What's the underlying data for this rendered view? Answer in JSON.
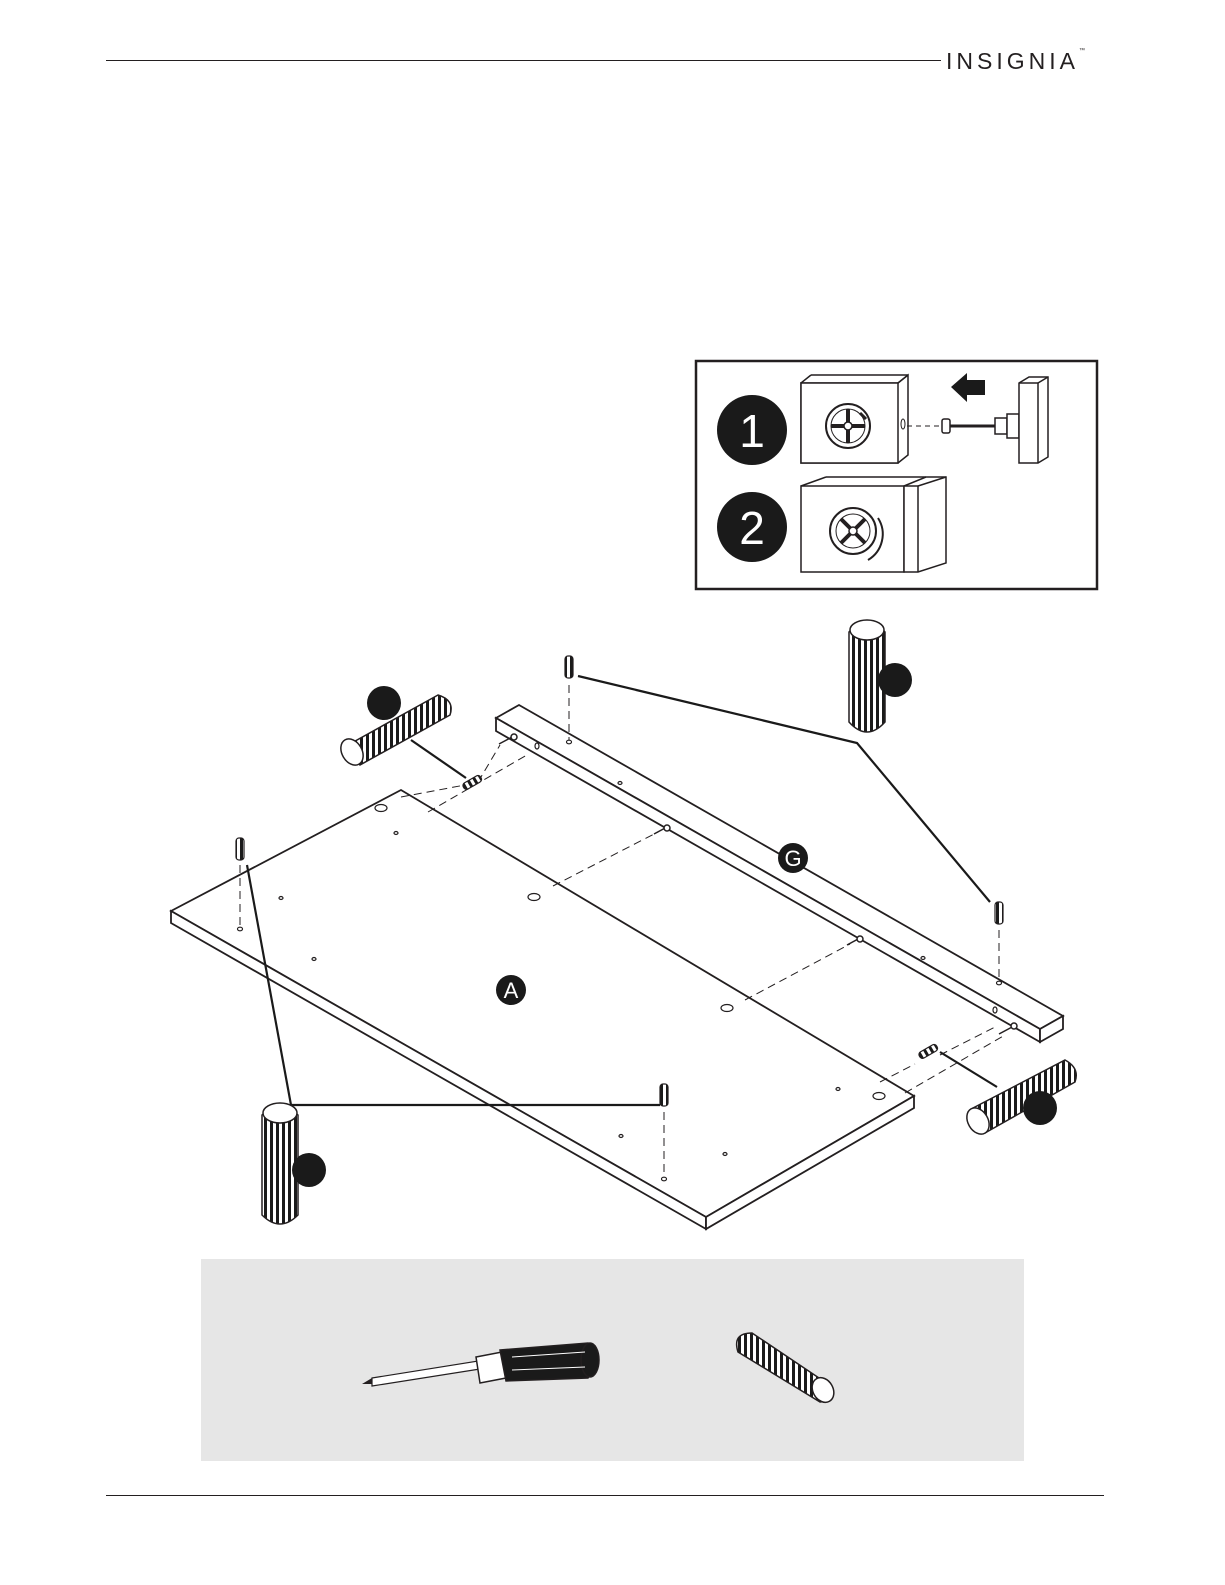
{
  "header": {
    "brand": "INSIGNIA",
    "trademark": "™"
  },
  "inset": {
    "steps": [
      {
        "number": "1"
      },
      {
        "number": "2"
      }
    ]
  },
  "labels": {
    "panel_a": "A",
    "rail_g": "G"
  },
  "tools": {
    "items": [
      "screwdriver",
      "dowel"
    ]
  },
  "colors": {
    "ink": "#231f20",
    "tool_panel": "#e6e6e6",
    "step_badge": "#1a1a1a"
  }
}
